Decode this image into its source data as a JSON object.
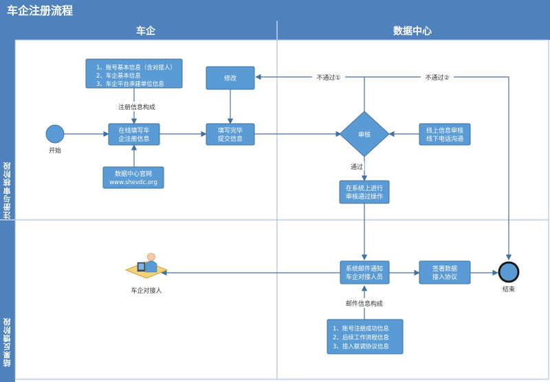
{
  "title": "车企注册流程",
  "columns": [
    "车企",
    "数据中心"
  ],
  "phases": [
    "注册与审核阶段",
    "结果反馈阶段"
  ],
  "nodes": {
    "start_label": "开始",
    "end_label": "结束",
    "info_list_1": [
      "1、账号基本信息（含对接人）",
      "2、车企基本信息",
      "3、车企平台承建单位信息"
    ],
    "online_fill": [
      "在线填写车",
      "企注册信息"
    ],
    "website": [
      "数据中心官网",
      "www.shevdc.org"
    ],
    "modify": "修改",
    "submit": [
      "填写完毕",
      "提交信息"
    ],
    "review": "审核",
    "offline_comm": [
      "线上信息审核",
      "线下电话沟通"
    ],
    "approve_op": [
      "在系统上进行",
      "审核通过操作"
    ],
    "email_notify": [
      "系统邮件通知",
      "车企对接人员"
    ],
    "sign_agreement": [
      "签署数据",
      "接入协议"
    ],
    "contact_person": "车企对接人",
    "info_list_2": [
      "1、账号注册成功信息",
      "2、后续工作流程信息",
      "3、接入联调协议信息"
    ]
  },
  "edge_labels": {
    "reg_info": "注册信息构成",
    "fail_1": "不通过①",
    "fail_2": "不通过②",
    "pass": "通过",
    "mail_info": "邮件信息构成"
  },
  "colors": {
    "header": "#4f81bd",
    "node": "#5b9bd5",
    "node_border": "#41719c",
    "line": "#41719c",
    "grid": "#9fb6d0"
  }
}
